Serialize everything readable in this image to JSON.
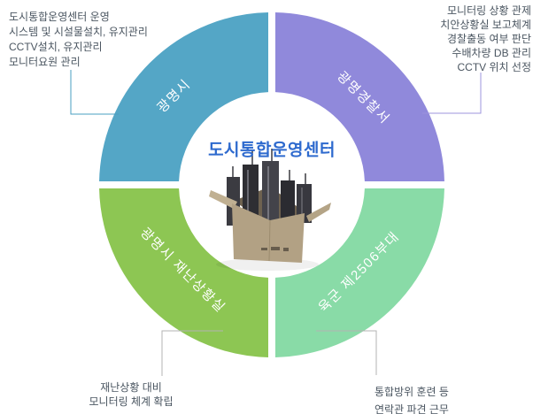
{
  "title": {
    "text": "도시통합운영센터",
    "color": "#2e6ace"
  },
  "ring": {
    "quadrants": [
      {
        "id": "gwangmyeong-city",
        "label": "광명시",
        "color": "#54a6c6"
      },
      {
        "id": "gwangmyeong-police",
        "label": "광명경찰서",
        "color": "#9089db"
      },
      {
        "id": "disaster-situation-room",
        "label": "광명시 재난상황실",
        "color": "#8dc653"
      },
      {
        "id": "army-unit-2506",
        "label": "육군 제2506부대",
        "color": "#89dba7"
      }
    ]
  },
  "annotations": {
    "top_left": {
      "lines": [
        "도시통합운영센터 운영",
        "시스템 및 시설물설치, 유지관리",
        "CCTV설치, 유지관리",
        "모니터요원 관리"
      ],
      "connector_color": "#4a9fc2"
    },
    "top_right": {
      "lines": [
        "모니터링 상황 관제",
        "치안상황실 보고체계",
        "경찰출동 여부 판단",
        "수배차량 DB 관리",
        "CCTV 위치 선정"
      ],
      "connector_color": "#9c94dd"
    },
    "bottom_left": {
      "lines": [
        "재난상황 대비",
        "모니터링 체계 확립"
      ],
      "connector_color": "#b3b3b3"
    },
    "bottom_right": {
      "lines": [
        "통합방위 훈련 등",
        "연락관 파견 근무"
      ],
      "connector_color": "#b3b3b3"
    }
  },
  "center_image": {
    "name": "city-buildings-in-cardboard-box",
    "box_color": "#b2a184",
    "flap_color": "#c0b092",
    "interior_color": "#6e6250",
    "building_color": "#2e2e33"
  }
}
